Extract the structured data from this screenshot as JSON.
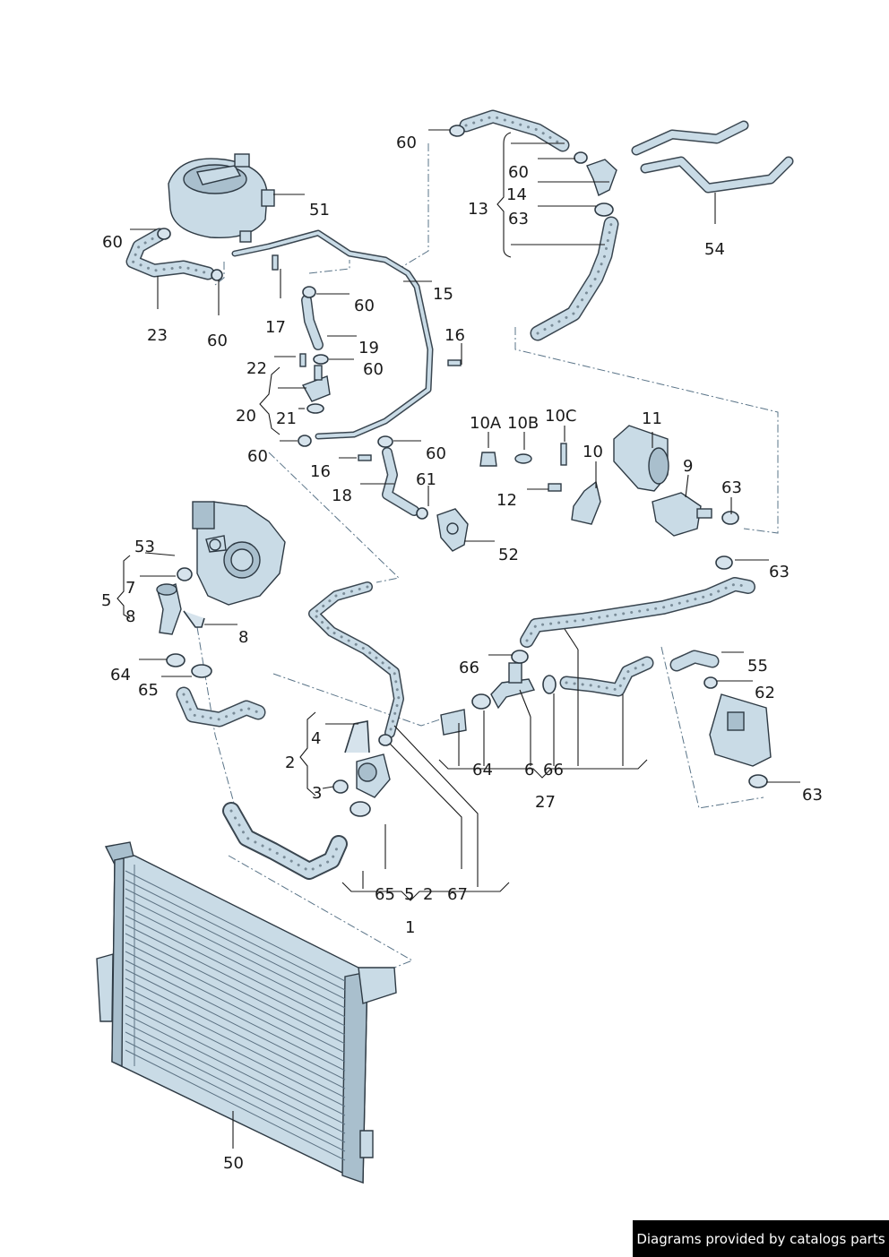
{
  "callouts": {
    "n1": "1",
    "n2": "2",
    "n2b": "2",
    "n3": "3",
    "n4": "4",
    "n5": "5",
    "n5b": "5",
    "n6": "6",
    "n7": "7",
    "n8": "8",
    "n8b": "8",
    "n9": "9",
    "n10": "10",
    "n10A": "10A",
    "n10B": "10B",
    "n10C": "10C",
    "n11": "11",
    "n12": "12",
    "n13": "13",
    "n14": "14",
    "n15": "15",
    "n16": "16",
    "n16b": "16",
    "n17": "17",
    "n18": "18",
    "n19": "19",
    "n20": "20",
    "n21": "21",
    "n22": "22",
    "n23": "23",
    "n27": "27",
    "n50": "50",
    "n51": "51",
    "n52": "52",
    "n53": "53",
    "n54": "54",
    "n55": "55",
    "n60a": "60",
    "n60b": "60",
    "n60c": "60",
    "n60d": "60",
    "n60e": "60",
    "n60f": "60",
    "n60g": "60",
    "n60h": "60",
    "n61": "61",
    "n62": "62",
    "n63a": "63",
    "n63b": "63",
    "n63c": "63",
    "n63d": "63",
    "n64a": "64",
    "n64b": "64",
    "n65a": "65",
    "n65b": "65",
    "n66a": "66",
    "n66b": "66",
    "n67": "67"
  },
  "footer": {
    "text": "Diagrams provided by catalogs parts"
  },
  "colors": {
    "part_fill": "#c9dbe6",
    "outline": "#2e3a44",
    "leader": "#1a1a1a",
    "banner_bg": "#000000",
    "banner_text": "#ffffff"
  }
}
